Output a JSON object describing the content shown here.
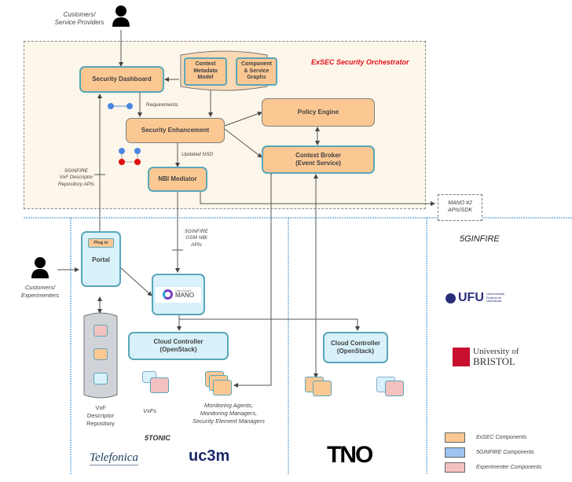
{
  "orchestrator": {
    "title": "ExSEC Security Orchestrator",
    "title_color": "#e3131b",
    "zone_fill": "#fdf6ea"
  },
  "actors": {
    "top": {
      "icon": "person-icon",
      "label_line1": "Customers/",
      "label_line2": "Service Providers"
    },
    "left": {
      "icon": "person-icon",
      "label_line1": "Customers/",
      "label_line2": "Experimenters"
    }
  },
  "components": {
    "security_dashboard": "Security Dashboard",
    "context_metadata_model": [
      "Context",
      "Metadata",
      "Model"
    ],
    "component_service_graphs": [
      "Component",
      "& Service",
      "Graphs"
    ],
    "security_enhancement": "Security Enhancement",
    "policy_engine": "Policy Engine",
    "context_broker": [
      "Context Broker",
      "(Event Service)"
    ],
    "nbi_mediator": "NBI Mediator",
    "mano2": [
      "MANO #2",
      "APIs/SDK"
    ],
    "plugin": "Plug in",
    "portal": "Portal",
    "osm_mano": {
      "line1": "Open Source",
      "line2": "MANO"
    },
    "cloud_controller_left": [
      "Cloud Controller",
      "(OpenStack)"
    ],
    "cloud_controller_right": [
      "Cloud Controller",
      "(OpenStack)"
    ],
    "vxf_repository": [
      "VxF",
      "Descriptor",
      "Repository"
    ],
    "vxfs": "VxFs",
    "monitoring": [
      "Monitoring Agents,",
      "Monitoring Managers,",
      "Security Element Managers"
    ]
  },
  "edge_labels": {
    "requirements": "Requirements",
    "updated_nsd": "Updated NSD",
    "vxf_apis": [
      "5GINFIRE",
      "VxF Descriptor",
      "Repository APIs"
    ],
    "osm_apis": [
      "5GINFIRE",
      "OSM NBI",
      "APIs"
    ]
  },
  "regions": {
    "fivetonic": "5TONIC",
    "fiveginfire": "5GINFIRE"
  },
  "logos": {
    "telefonica": "Telefonica",
    "uc3m": "uc3m",
    "tno": "TNO",
    "ufu": {
      "mark": "UFU",
      "sub": [
        "Universidade",
        "Federal de",
        "Uberlândia"
      ]
    },
    "bristol": [
      "University of",
      "BRISTOL"
    ]
  },
  "legend": {
    "items": [
      {
        "label": "ExSEC Components",
        "color": "#fbc894"
      },
      {
        "label": "5GINFIRE Components",
        "color": "#9dc3f0"
      },
      {
        "label": "Experimenter Components",
        "color": "#f4c1c1"
      }
    ]
  }
}
